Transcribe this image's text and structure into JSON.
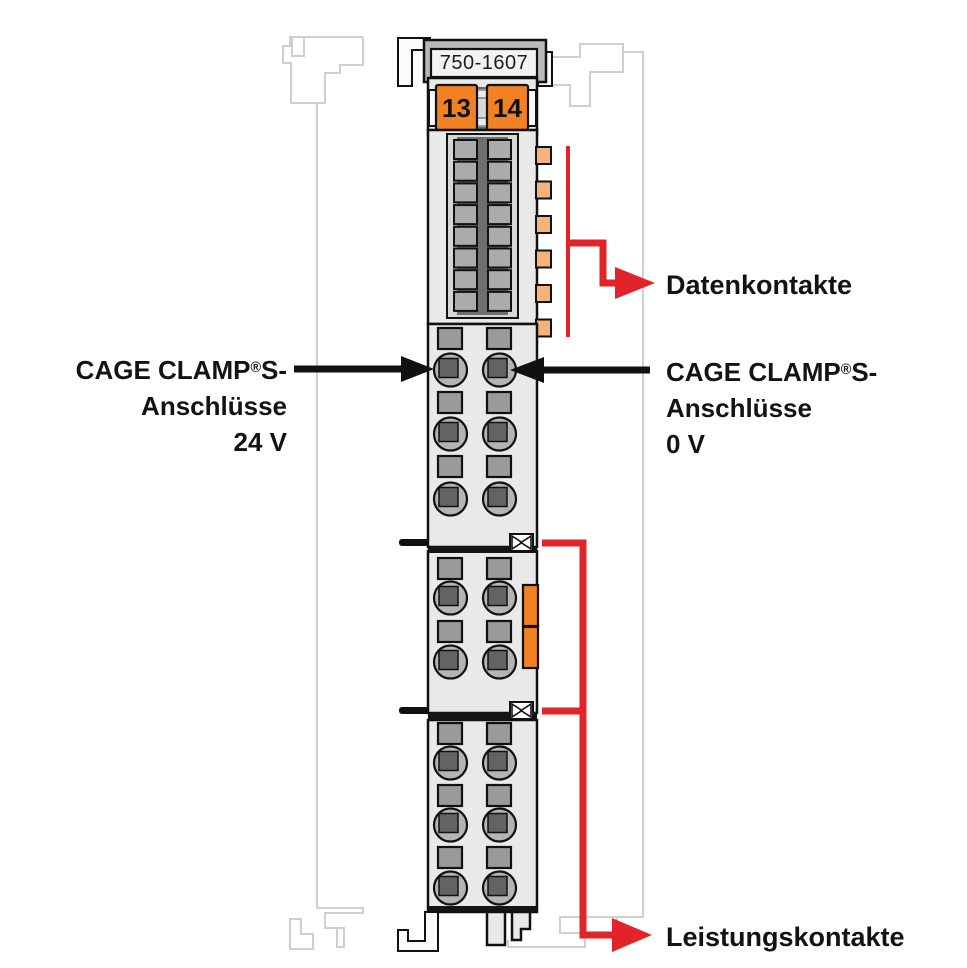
{
  "module": {
    "part_number": "750-1607",
    "terminals": [
      {
        "label": "13"
      },
      {
        "label": "14"
      }
    ]
  },
  "labels": {
    "data_contacts": "Datenkontakte",
    "power_contacts": "Leistungskontakte",
    "clamp_left": {
      "brand": "CAGE CLAMP",
      "reg": "®",
      "suffix": "S-",
      "line2": "Anschlüsse",
      "voltage": "24 V"
    },
    "clamp_right": {
      "brand": "CAGE CLAMP",
      "reg": "®",
      "suffix": "S-",
      "line2": "Anschlüsse",
      "voltage": "0 V"
    }
  },
  "colors": {
    "accent_red": "#e2232a",
    "orange": "#f08223",
    "contact_tan": "#f2b47c",
    "ghost": "#cfcfcf"
  }
}
